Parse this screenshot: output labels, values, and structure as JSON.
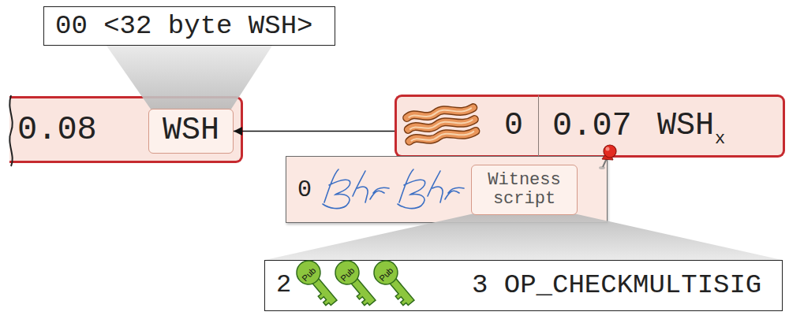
{
  "diagram": {
    "nodes": [
      {
        "text": [
          "00 <32 byte WSH>"
        ]
      },
      {
        "text": [
          "0.08"
        ]
      },
      {
        "text": [
          "WSH"
        ],
        "in": 1
      },
      {
        "text": [
          "0"
        ]
      },
      {
        "text": [
          "0.07",
          "WSH",
          "x"
        ]
      },
      {
        "text": [
          "0"
        ]
      },
      {
        "text": [
          "Witness script"
        ],
        "in": 5
      },
      {
        "text": [
          "2",
          "3 OP_CHECKMULTISIG"
        ]
      }
    ],
    "edges": [
      {
        "from": 3,
        "to": 2,
        "arrow": "to"
      }
    ],
    "labels": [
      "Pub",
      "Pub",
      "Pub"
    ]
  }
}
